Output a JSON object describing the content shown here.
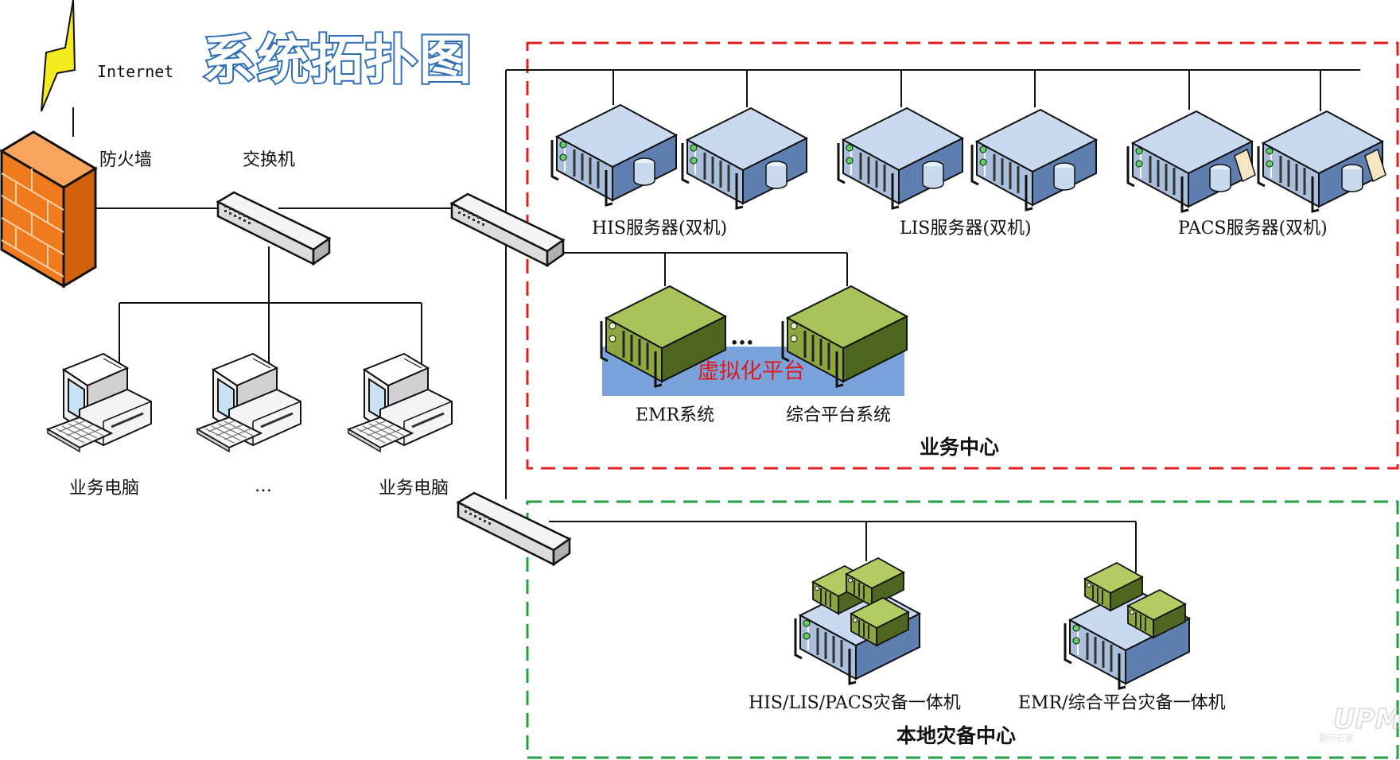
{
  "title": "系统拓扑图",
  "internet_label": "Internet",
  "firewall_label": "防火墙",
  "switch_label": "交换机",
  "clients": {
    "left_label": "业务电脑",
    "middle_label": "…",
    "right_label": "业务电脑"
  },
  "business_center": {
    "title": "业务中心",
    "border_color": "#e02020",
    "his_label": "HIS服务器(双机)",
    "lis_label": "LIS服务器(双机)",
    "pacs_label": "PACS服务器(双机)",
    "virtualization_label": "虚拟化平台",
    "ellipsis": "…",
    "emr_label": "EMR系统",
    "integration_label": "综合平台系统"
  },
  "backup_center": {
    "title": "本地灾备中心",
    "border_color": "#20a040",
    "his_lis_pacs_backup_label": "HIS/LIS/PACS灾备一体机",
    "emr_backup_label": "EMR/综合平台灾备一体机"
  },
  "watermark": {
    "logo_text": "UPM",
    "caption": "翻历石家"
  },
  "colors": {
    "title_stroke": "#2f6db5",
    "firewall": "#f07a1e",
    "lightning": "#f4ec1e",
    "server_blue": "#9fb8d8",
    "server_green": "#8aa43c",
    "virtual_platform": "#7aa3dc",
    "virtual_text": "#e01818"
  },
  "icons": {
    "firewall": "brick-wall-icon",
    "switch": "network-switch-icon",
    "server": "rack-server-icon",
    "computer": "desktop-computer-icon",
    "lightning": "lightning-bolt-icon"
  }
}
